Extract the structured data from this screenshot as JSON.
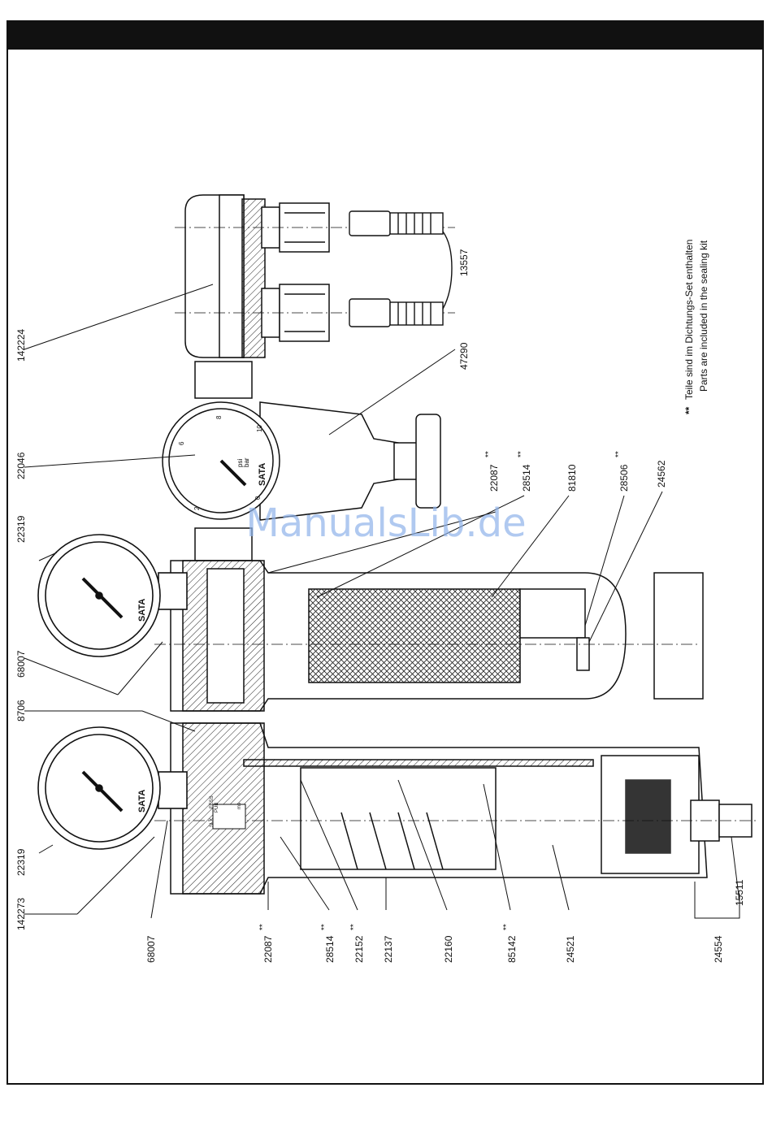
{
  "header": {
    "text": ""
  },
  "watermark": "ManualsLib.de",
  "brand": "SATA",
  "gauge": {
    "scale": [
      "0",
      "2",
      "4",
      "6",
      "8",
      "10"
    ],
    "units_top": "psi",
    "units_bottom": "bar"
  },
  "labels_left": [
    {
      "id": "142224",
      "text": "142224"
    },
    {
      "id": "22046",
      "text": "22046"
    },
    {
      "id": "22319a",
      "text": "22319"
    },
    {
      "id": "68007a",
      "text": "68007"
    },
    {
      "id": "8706",
      "text": "8706"
    },
    {
      "id": "22319b",
      "text": "22319"
    },
    {
      "id": "142273",
      "text": "142273"
    }
  ],
  "labels_right": [
    {
      "id": "13557",
      "text": "13557"
    },
    {
      "id": "47290",
      "text": "47290"
    },
    {
      "id": "22087a",
      "text": "22087",
      "mark": "**"
    },
    {
      "id": "28514a",
      "text": "28514",
      "mark": "**"
    },
    {
      "id": "81810",
      "text": "81810"
    },
    {
      "id": "28506",
      "text": "28506",
      "mark": "**"
    },
    {
      "id": "24562",
      "text": "24562"
    }
  ],
  "labels_bottom": [
    {
      "id": "68007b",
      "text": "68007"
    },
    {
      "id": "22087b",
      "text": "22087",
      "mark": "**"
    },
    {
      "id": "28514b",
      "text": "28514",
      "mark": "**"
    },
    {
      "id": "22152",
      "text": "22152",
      "mark": "**"
    },
    {
      "id": "22137",
      "text": "22137"
    },
    {
      "id": "22160",
      "text": "22160"
    },
    {
      "id": "85142",
      "text": "85142",
      "mark": "**"
    },
    {
      "id": "24521",
      "text": "24521"
    },
    {
      "id": "24554",
      "text": "24554"
    },
    {
      "id": "15511",
      "text": "15511"
    }
  ],
  "valve_labels": [
    "SLK",
    "PUB",
    "FESS",
    "ms"
  ],
  "note": {
    "mark": "**",
    "line1": "Teile sind im Dichtungs-Set enthalten",
    "line2": "Parts are included in the sealing kit"
  }
}
